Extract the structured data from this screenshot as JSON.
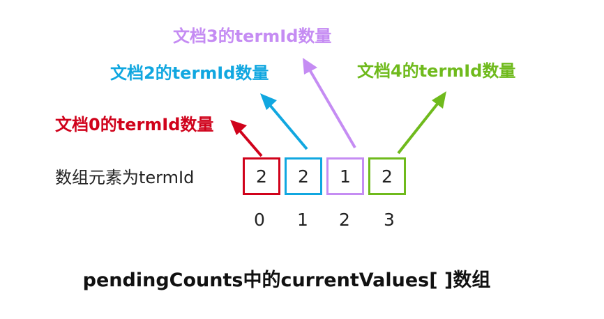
{
  "labels": {
    "doc0": "文档0的termId数量",
    "doc2": "文档2的termId数量",
    "doc3": "文档3的termId数量",
    "doc4": "文档4的termId数量"
  },
  "row_label": "数组元素为termId",
  "array": {
    "values": [
      "2",
      "2",
      "1",
      "2"
    ],
    "indices": [
      "0",
      "1",
      "2",
      "3"
    ]
  },
  "caption": "pendingCounts中的currentValues[ ]数组",
  "colors": {
    "doc0": "#d0021b",
    "doc2": "#11a7e0",
    "doc3": "#c58cf3",
    "doc4": "#6fba1c"
  }
}
